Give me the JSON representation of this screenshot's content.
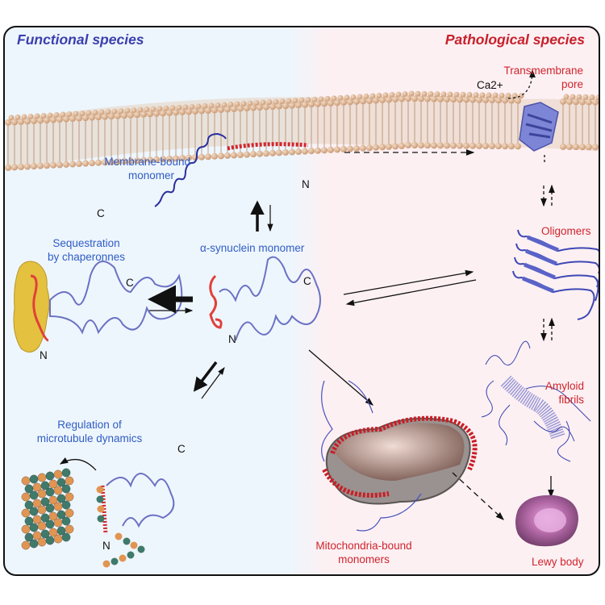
{
  "headers": {
    "functional": "Functional species",
    "pathological": "Pathological species"
  },
  "labels": {
    "membrane_bound": "Membrane-bound monomer",
    "membrane_bound_line1": "Membrane-bound",
    "membrane_bound_line2": "monomer",
    "monomer": "α-synuclein monomer",
    "sequestration_line1": "Sequestration",
    "sequestration_line2": "by chaperonnes",
    "regulation_line1": "Regulation of",
    "regulation_line2": "microtubule dynamics",
    "transmembrane_line1": "Transmembrane",
    "transmembrane_line2": "pore",
    "calcium": "Ca2+",
    "oligomers": "Oligomers",
    "amyloid_line1": "Amyloid",
    "amyloid_line2": "fibrils",
    "mito_line1": "Mitochondria-bound",
    "mito_line2": "monomers",
    "lewy": "Lewy body"
  },
  "termini": {
    "n": "N",
    "c": "C"
  },
  "colors": {
    "functional": "#3a3fae",
    "pathological": "#c8202a",
    "label_blue": "#2f5cc4",
    "label_red": "#d0242c",
    "protein": "#6b72c4",
    "n_terminal": "#e0403a",
    "lipid": "#dcb392",
    "chaperone": "#e6c548"
  }
}
